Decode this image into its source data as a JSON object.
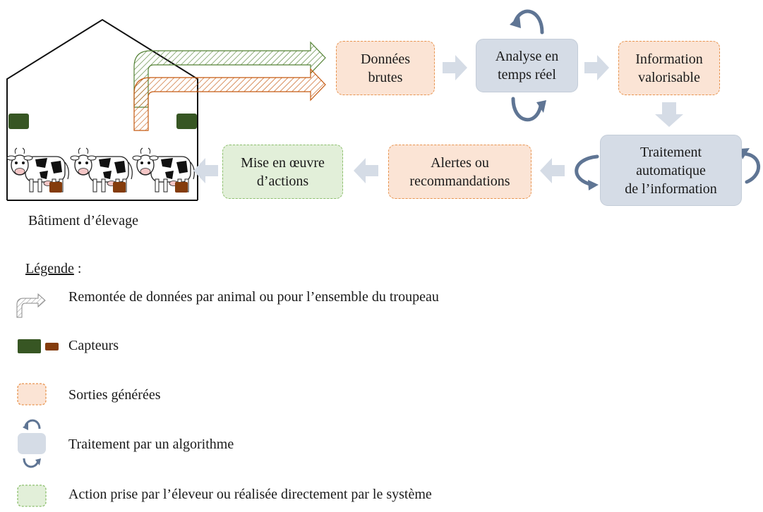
{
  "boxes": {
    "donnees_brutes": [
      "Données",
      "brutes"
    ],
    "analyse": [
      "Analyse en",
      "temps réel"
    ],
    "information": [
      "Information",
      "valorisable"
    ],
    "traitement": [
      "Traitement",
      "automatique",
      "de l’information"
    ],
    "alertes": [
      "Alertes ou",
      "recommandations"
    ],
    "actions": [
      "Mise en œuvre",
      "d’actions"
    ]
  },
  "building_label": "Bâtiment d’élevage",
  "legend": {
    "title": "Légende",
    "separator": " :",
    "items": [
      "Remontée de données par animal ou pour l’ensemble du troupeau",
      "Capteurs",
      "Sorties générées",
      "Traitement par un algorithme",
      "Action prise par l’éleveur ou réalisée directement par le système"
    ]
  },
  "colors": {
    "output_fill": "#fbe4d5",
    "output_border": "#e8944f",
    "algorithm_fill": "#d5dce6",
    "algorithm_cycle": "#5f7594",
    "action_fill": "#e2efd9",
    "action_border": "#8cbf6c",
    "flow_arrow": "#d5dce6",
    "sensor_green": "#375623",
    "sensor_brown": "#843c0c",
    "data_arrow_green": "#548235",
    "data_arrow_brown": "#c55a11"
  }
}
